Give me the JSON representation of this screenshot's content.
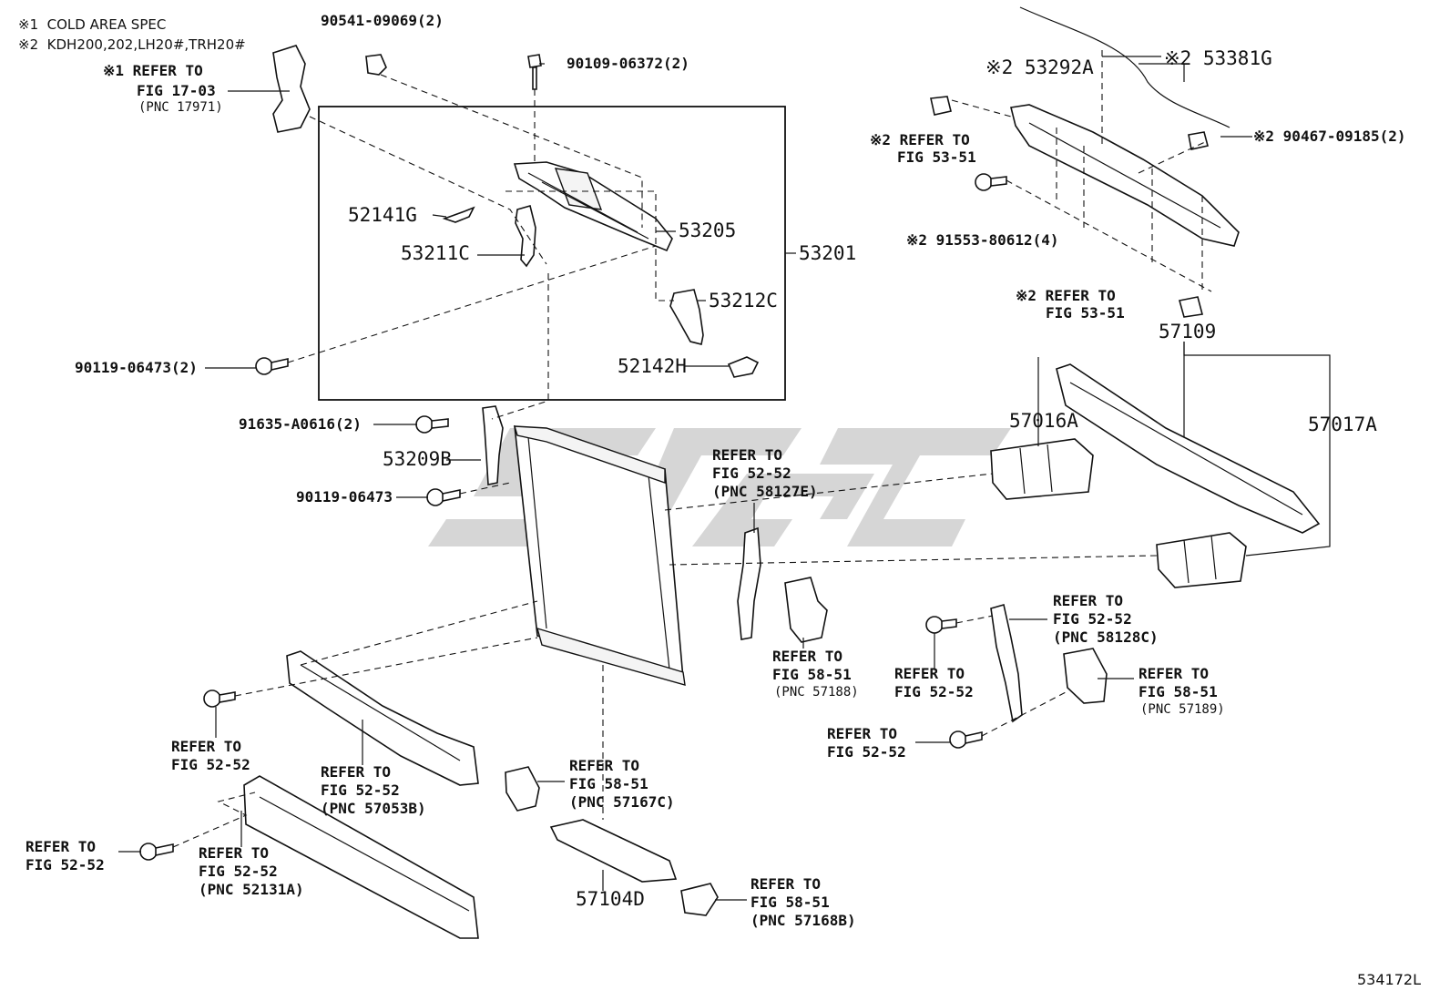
{
  "notes": {
    "n1": "※1  COLD AREA SPEC",
    "n2": "※2  KDH200,202,LH20#,TRH20#"
  },
  "diagram_id": "534172L",
  "callouts": {
    "c90541": "90541-09069(2)",
    "c90109": "90109-06372(2)",
    "c17_1": "※1 REFER TO",
    "c17_2": "FIG 17-03",
    "c17_3": "(PNC 17971)",
    "c52141G": "52141G",
    "c53211C": "53211C",
    "c53205": "53205",
    "c53201": "53201",
    "c53212C": "53212C",
    "c52142H": "52142H",
    "c90119a": "90119-06473(2)",
    "c91635": "91635-A0616(2)",
    "c53209B": "53209B",
    "c90119b": "90119-06473",
    "c53292A": "※2 53292A",
    "c53381G": "※2 53381G",
    "c5351a_1": "※2 REFER TO",
    "c5351a_2": "FIG 53-51",
    "c90467": "※2 90467-09185(2)",
    "c91553": "※2 91553-80612(4)",
    "c5351b_1": "※2 REFER TO",
    "c5351b_2": "FIG 53-51",
    "c57109": "57109",
    "c57016A": "57016A",
    "c57017A": "57017A",
    "c58127_1": "REFER TO",
    "c58127_2": "FIG 52-52",
    "c58127_3": "(PNC 58127E)",
    "c57188_1": "REFER TO",
    "c57188_2": "FIG 58-51",
    "c57188_3": "(PNC 57188)",
    "c58128_1": "REFER TO",
    "c58128_2": "FIG 52-52",
    "c58128_3": "(PNC 58128C)",
    "c5252r_1": "REFER TO",
    "c5252r_2": "FIG 52-52",
    "c57189_1": "REFER TO",
    "c57189_2": "FIG 58-51",
    "c57189_3": "(PNC 57189)",
    "c5252rb_1": "REFER TO",
    "c5252rb_2": "FIG 52-52",
    "c5252l_1": "REFER TO",
    "c5252l_2": "FIG 52-52",
    "c57053_1": "REFER TO",
    "c57053_2": "FIG 52-52",
    "c57053_3": "(PNC 57053B)",
    "c57167_1": "REFER TO",
    "c57167_2": "FIG 58-51",
    "c57167_3": "(PNC 57167C)",
    "c5252ll_1": "REFER TO",
    "c5252ll_2": "FIG 52-52",
    "c52131_1": "REFER TO",
    "c52131_2": "FIG 52-52",
    "c52131_3": "(PNC 52131A)",
    "c57104D": "57104D",
    "c57168_1": "REFER TO",
    "c57168_2": "FIG 58-51",
    "c57168_3": "(PNC 57168B)"
  }
}
